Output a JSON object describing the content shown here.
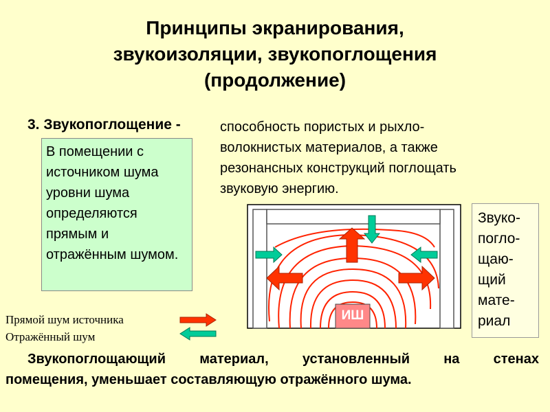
{
  "title": {
    "line1": "Принципы экранирования,",
    "line2": "звукоизоляции, звукопоглощения",
    "line3": "(продолжение)"
  },
  "term": "3. Звукопоглощение -",
  "definition": "способность пористых и рыхло-волокнистых материалов, а также резонансных конструкций поглощать звуковую энергию.",
  "green_box": "В помещении с источником шума уровни шума определяются прямым и отражённым шумом.",
  "material_label": "Звуко-\nпогло-\nщаю-\nщий\nмате-\nриал",
  "source_label": "ИШ",
  "legend": {
    "direct": "Прямой шум источника",
    "reflected": "Отражённый шум"
  },
  "conclusion": {
    "line1": "Звукопоглощающий материал, установленный на стенах",
    "line2": "помещения, уменьшает составляющую отражённого шума."
  },
  "colors": {
    "background": "#FFFFCC",
    "direct_arrow": "#FF3300",
    "reflected_arrow": "#00AA88",
    "source_box": "#FF8888",
    "green_box": "#CCFFCC"
  }
}
